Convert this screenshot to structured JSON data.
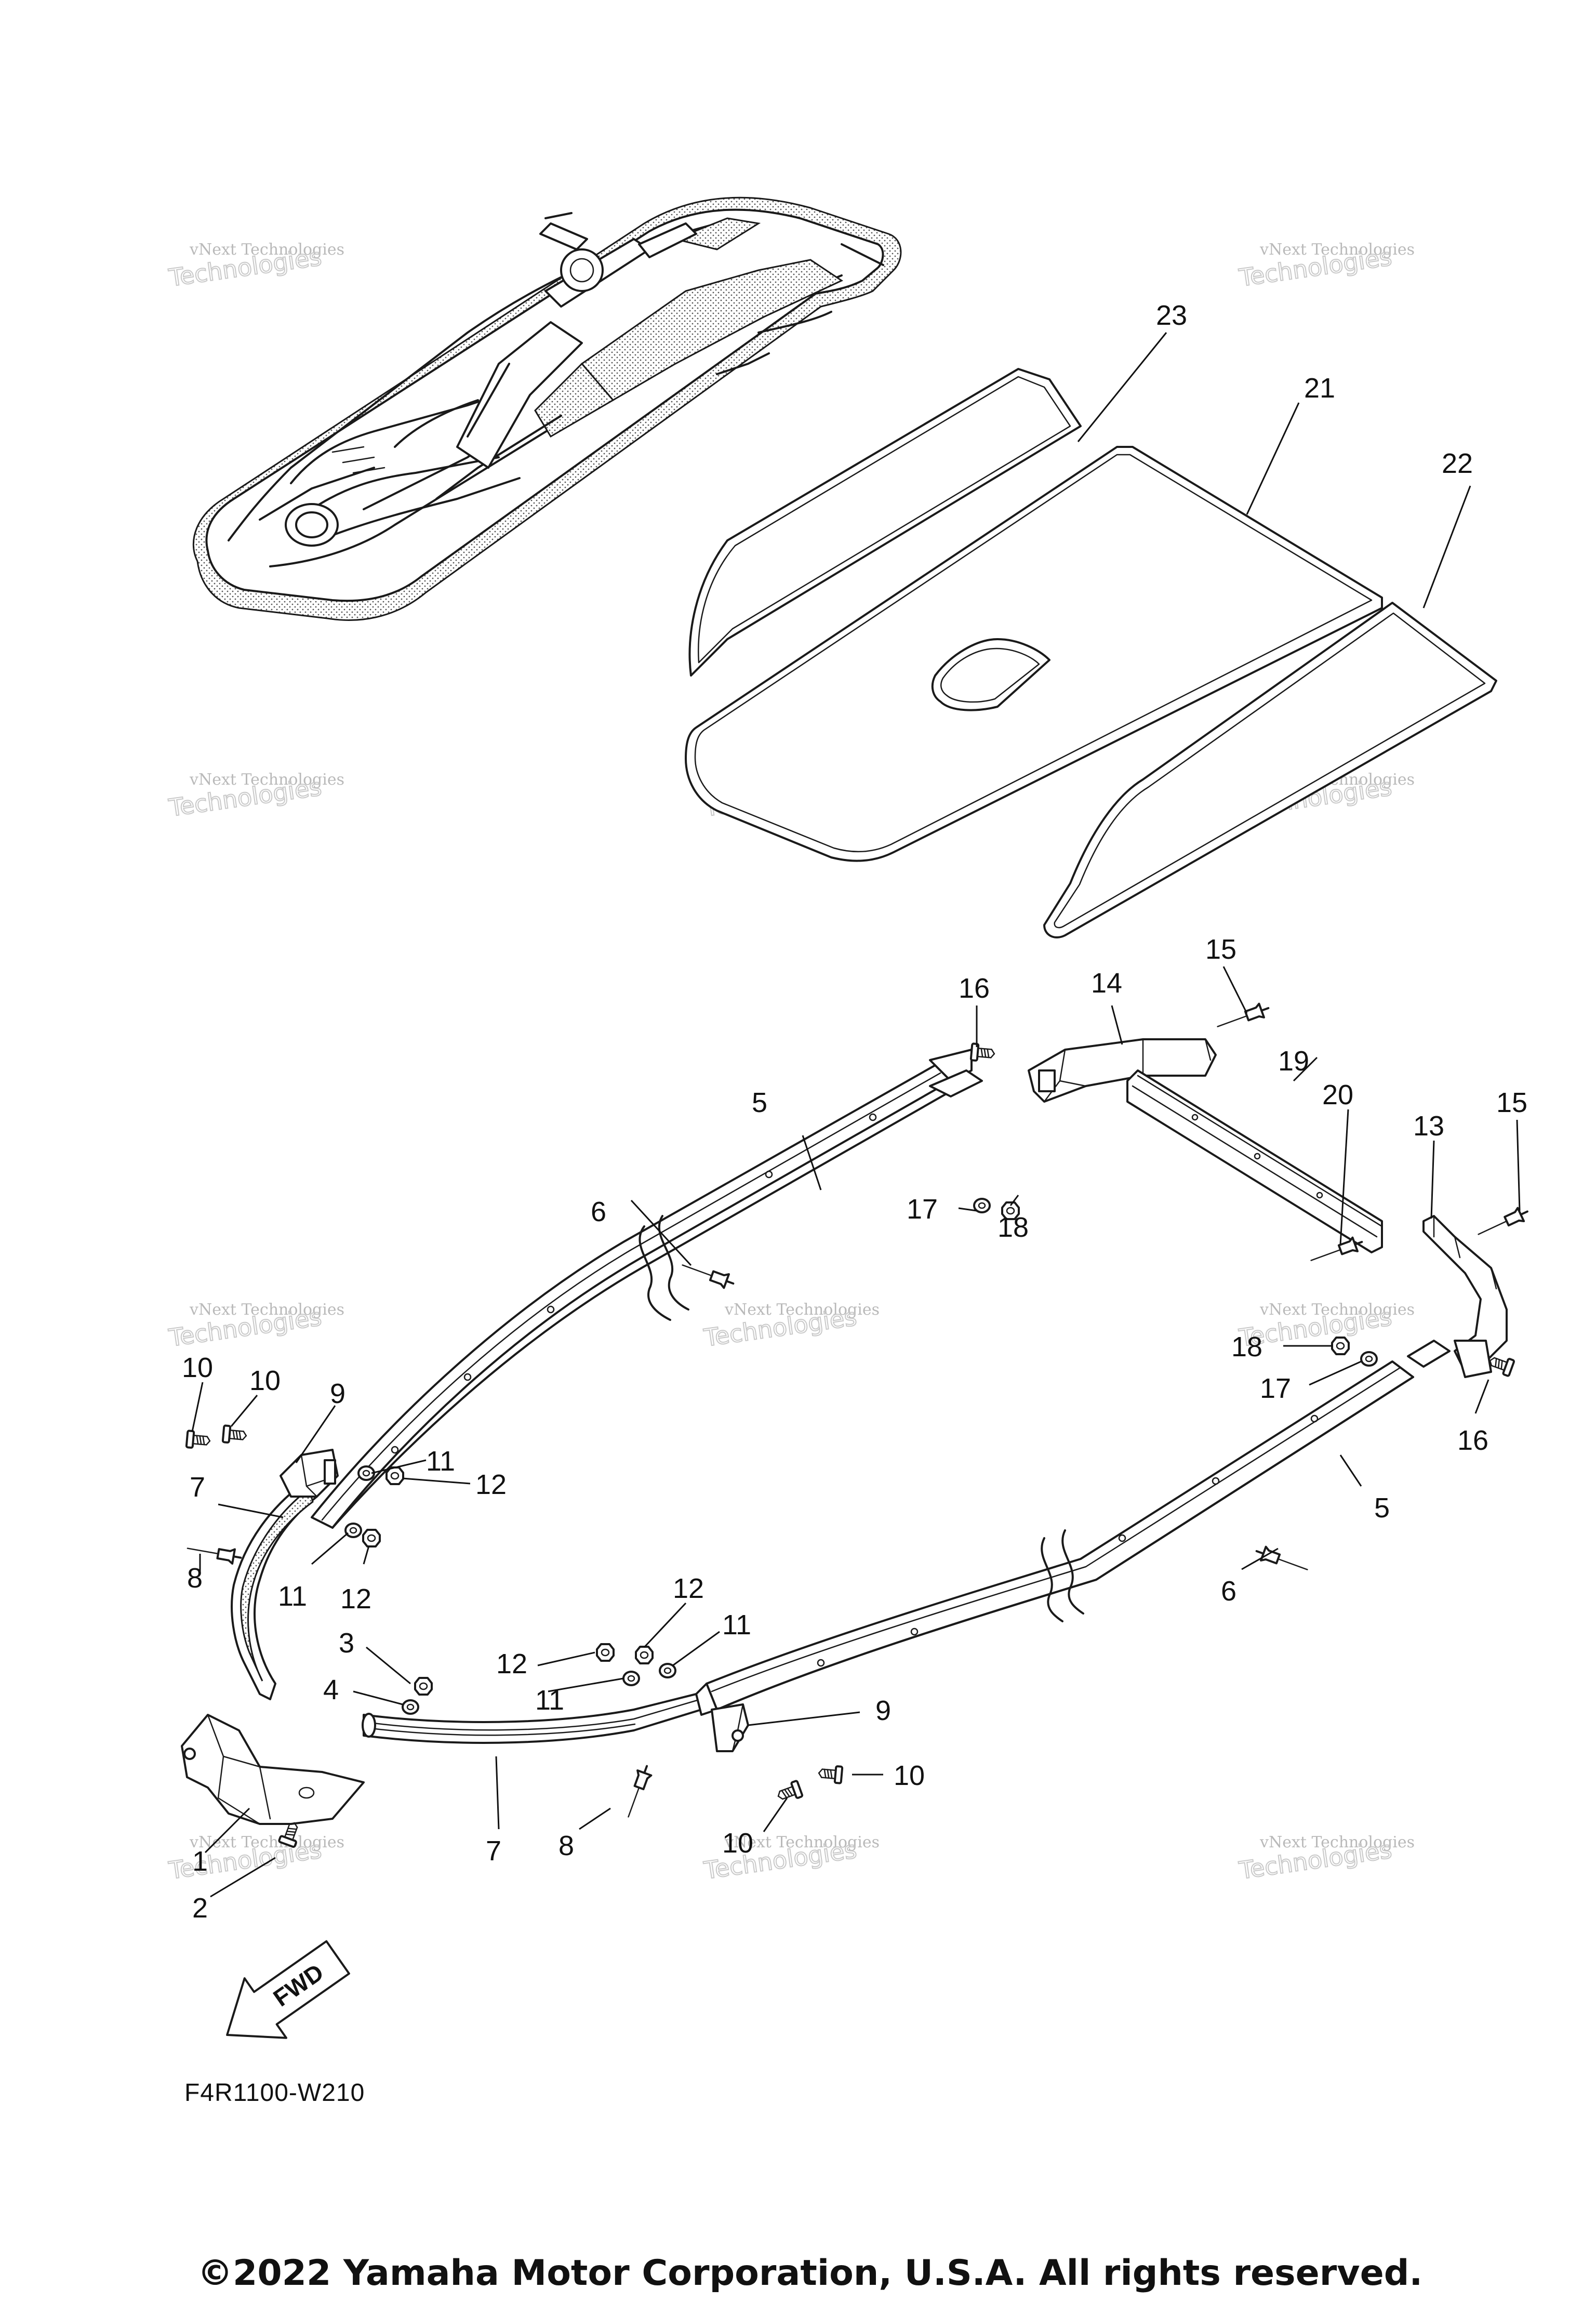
{
  "diagram": {
    "code": "F4R1100-W210",
    "copyright": "©2022 Yamaha Motor Corporation, U.S.A. All rights reserved.",
    "direction_label": "FWD"
  },
  "watermark": {
    "line1": "vNext Technologies",
    "line2": "Technologies"
  },
  "callouts": [
    {
      "id": "c1",
      "text": "1"
    },
    {
      "id": "c2",
      "text": "2"
    },
    {
      "id": "c3",
      "text": "3"
    },
    {
      "id": "c4",
      "text": "4"
    },
    {
      "id": "c5a",
      "text": "5"
    },
    {
      "id": "c5b",
      "text": "5"
    },
    {
      "id": "c6a",
      "text": "6"
    },
    {
      "id": "c6b",
      "text": "6"
    },
    {
      "id": "c7a",
      "text": "7"
    },
    {
      "id": "c7b",
      "text": "7"
    },
    {
      "id": "c8a",
      "text": "8"
    },
    {
      "id": "c8b",
      "text": "8"
    },
    {
      "id": "c9a",
      "text": "9"
    },
    {
      "id": "c9b",
      "text": "9"
    },
    {
      "id": "c10a",
      "text": "10"
    },
    {
      "id": "c10b",
      "text": "10"
    },
    {
      "id": "c10c",
      "text": "10"
    },
    {
      "id": "c10d",
      "text": "10"
    },
    {
      "id": "c11a",
      "text": "11"
    },
    {
      "id": "c11b",
      "text": "11"
    },
    {
      "id": "c11c",
      "text": "11"
    },
    {
      "id": "c11d",
      "text": "11"
    },
    {
      "id": "c12a",
      "text": "12"
    },
    {
      "id": "c12b",
      "text": "12"
    },
    {
      "id": "c12c",
      "text": "12"
    },
    {
      "id": "c12d",
      "text": "12"
    },
    {
      "id": "c13",
      "text": "13"
    },
    {
      "id": "c14",
      "text": "14"
    },
    {
      "id": "c15a",
      "text": "15"
    },
    {
      "id": "c15b",
      "text": "15"
    },
    {
      "id": "c16a",
      "text": "16"
    },
    {
      "id": "c16b",
      "text": "16"
    },
    {
      "id": "c17a",
      "text": "17"
    },
    {
      "id": "c17b",
      "text": "17"
    },
    {
      "id": "c18a",
      "text": "18"
    },
    {
      "id": "c18b",
      "text": "18"
    },
    {
      "id": "c19",
      "text": "19"
    },
    {
      "id": "c20",
      "text": "20"
    },
    {
      "id": "c21",
      "text": "21"
    },
    {
      "id": "c22",
      "text": "22"
    },
    {
      "id": "c23",
      "text": "23"
    }
  ]
}
